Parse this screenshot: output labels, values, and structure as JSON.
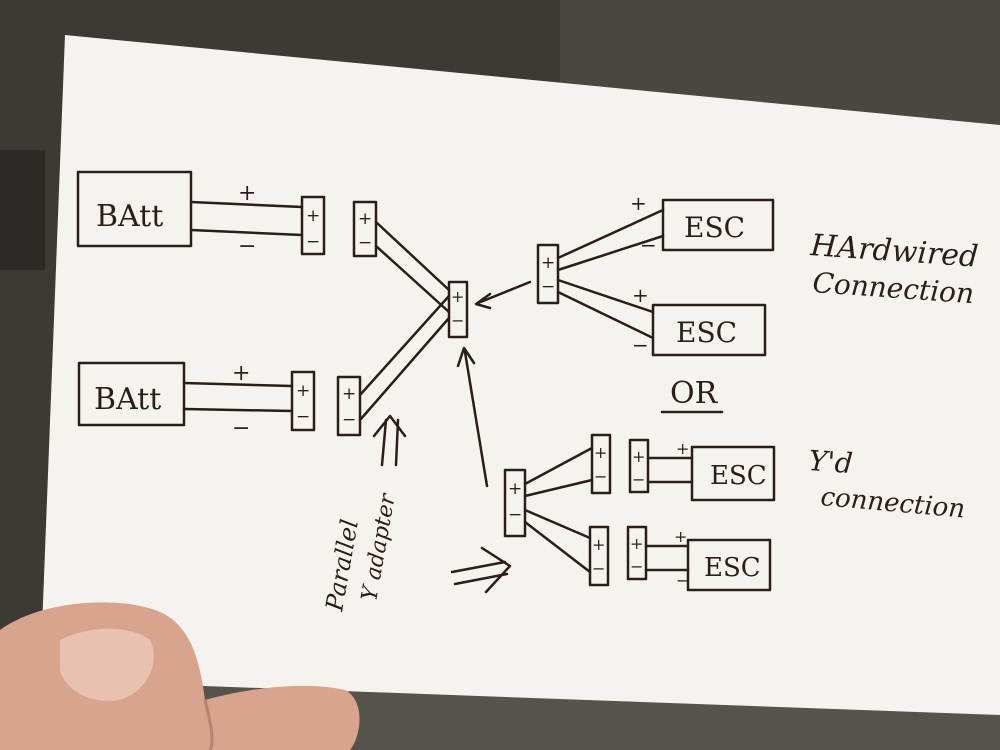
{
  "colors": {
    "ink": "#2a1e16",
    "paper": "#f4f3f0",
    "background": "#3d3a36",
    "skin": "#d9a48e"
  },
  "blocks": {
    "battery_1": "BAtt",
    "battery_2": "BAtt",
    "esc_1": "ESC",
    "esc_2": "ESC",
    "esc_3": "ESC",
    "esc_4": "ESC"
  },
  "symbols": {
    "plus": "+",
    "minus": "−"
  },
  "labels": {
    "hardwired_line1": "HArdwired",
    "hardwired_line2": "Connection",
    "or": "OR",
    "yd_line1": "Y'd",
    "yd_line2": "connection",
    "parallel_line1": "Parallel",
    "parallel_line2": "Y adapter"
  }
}
